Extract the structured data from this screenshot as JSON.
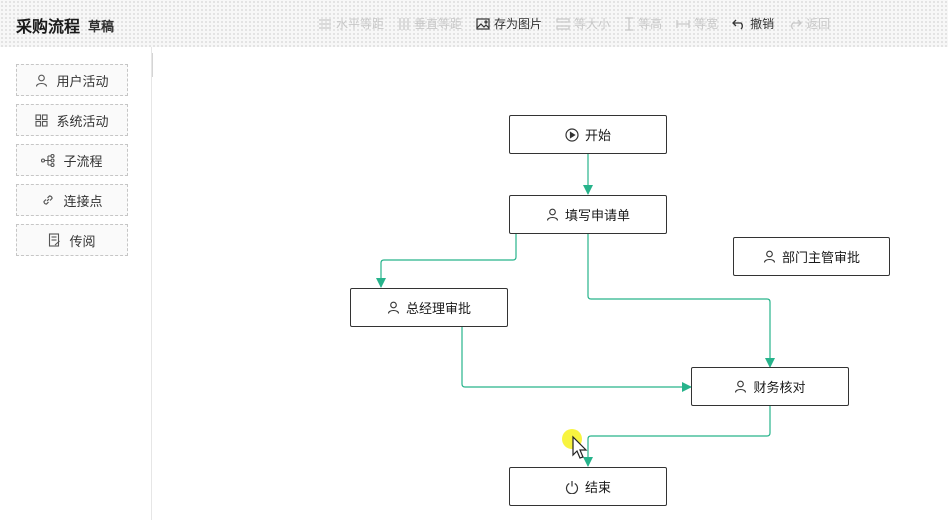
{
  "header": {
    "title": "采购流程",
    "status": "草稿"
  },
  "toolbar": [
    {
      "label": "水平等距",
      "icon": "align-horizontal-icon",
      "enabled": false
    },
    {
      "label": "垂直等距",
      "icon": "align-vertical-icon",
      "enabled": false
    },
    {
      "label": "存为图片",
      "icon": "image-icon",
      "enabled": true
    },
    {
      "label": "等大小",
      "icon": "same-size-icon",
      "enabled": false
    },
    {
      "label": "等高",
      "icon": "same-height-icon",
      "enabled": false
    },
    {
      "label": "等宽",
      "icon": "same-width-icon",
      "enabled": false
    },
    {
      "label": "撤销",
      "icon": "undo-icon",
      "enabled": true
    },
    {
      "label": "返回",
      "icon": "redo-icon",
      "enabled": false
    }
  ],
  "palette": [
    {
      "label": "用户活动",
      "icon": "user-icon"
    },
    {
      "label": "系统活动",
      "icon": "grid-icon"
    },
    {
      "label": "子流程",
      "icon": "subflow-icon"
    },
    {
      "label": "连接点",
      "icon": "link-icon"
    },
    {
      "label": "传阅",
      "icon": "document-icon"
    }
  ],
  "nodes": {
    "start": {
      "label": "开始",
      "icon": "play-circle-icon"
    },
    "fill_request": {
      "label": "填写申请单",
      "icon": "user-icon"
    },
    "dept_approval": {
      "label": "部门主管审批",
      "icon": "user-icon"
    },
    "gm_approval": {
      "label": "总经理审批",
      "icon": "user-icon"
    },
    "finance_check": {
      "label": "财务核对",
      "icon": "user-icon"
    },
    "end": {
      "label": "结束",
      "icon": "power-icon"
    }
  },
  "colors": {
    "edge": "#27b38b",
    "node_border": "#333333",
    "disabled_text": "#c8c8c8",
    "cursor_highlight": "#f5f000"
  }
}
